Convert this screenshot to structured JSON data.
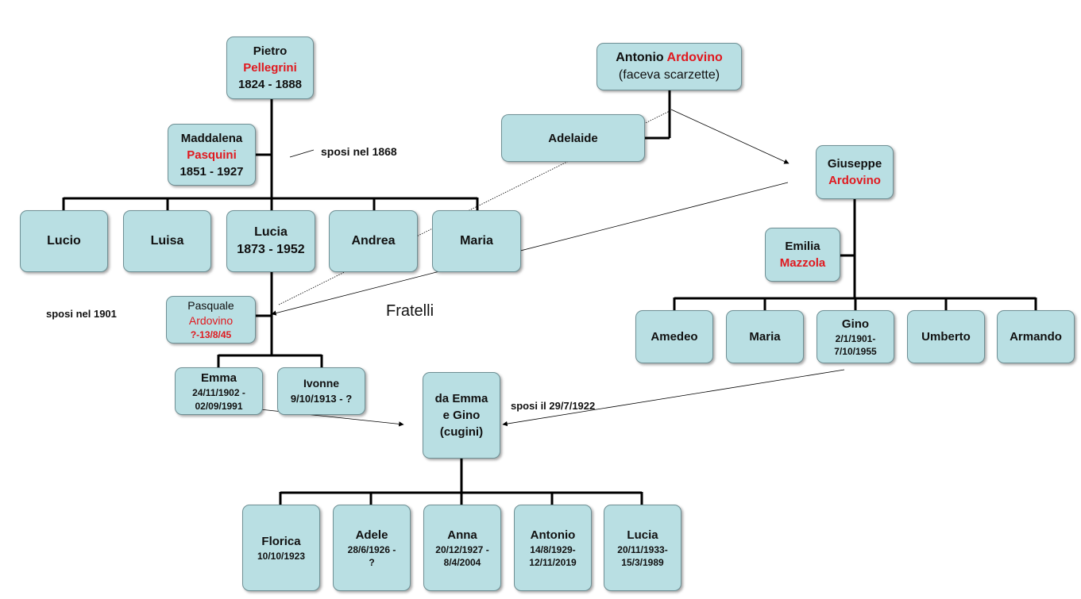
{
  "boxes": {
    "pietro": {
      "first": "Pietro",
      "surname": "Pellegrini",
      "dates": "1824 - 1888"
    },
    "maddalena": {
      "first": "Maddalena",
      "surname": "Pasquini",
      "dates": "1851 - 1927"
    },
    "lucio": {
      "name": "Lucio"
    },
    "luisa": {
      "name": "Luisa"
    },
    "lucia1": {
      "name": "Lucia",
      "dates": "1873 - 1952"
    },
    "andrea": {
      "name": "Andrea"
    },
    "maria1": {
      "name": "Maria"
    },
    "pasquale": {
      "first": "Pasquale",
      "surname": "Ardovino",
      "dates": "?-13/8/45"
    },
    "emma": {
      "name": "Emma",
      "dates_line1": "24/11/1902 -",
      "dates_line2": "02/09/1991"
    },
    "ivonne": {
      "name": "Ivonne",
      "dates": "9/10/1913 - ?"
    },
    "antonio_ard": {
      "first": "Antonio",
      "surname": "Ardovino",
      "note": "(faceva scarzette)"
    },
    "adelaide": {
      "name": "Adelaide"
    },
    "giuseppe": {
      "first": "Giuseppe",
      "surname": "Ardovino"
    },
    "emilia": {
      "first": "Emilia",
      "surname": "Mazzola"
    },
    "amedeo": {
      "name": "Amedeo"
    },
    "maria2": {
      "name": "Maria"
    },
    "gino": {
      "name": "Gino",
      "dates_line1": "2/1/1901-",
      "dates_line2": "7/10/1955"
    },
    "umberto": {
      "name": "Umberto"
    },
    "armando": {
      "name": "Armando"
    },
    "couple": {
      "line1": "da Emma",
      "line2": "e Gino",
      "line3": "(cugini)"
    },
    "florica": {
      "name": "Florica",
      "dates": "10/10/1923"
    },
    "adele": {
      "name": "Adele",
      "dates_line1": "28/6/1926 -",
      "dates_line2": "?"
    },
    "anna": {
      "name": "Anna",
      "dates_line1": "20/12/1927 -",
      "dates_line2": "8/4/2004"
    },
    "antonio2": {
      "name": "Antonio",
      "dates_line1": "14/8/1929-",
      "dates_line2": "12/11/2019"
    },
    "lucia2": {
      "name": "Lucia",
      "dates_line1": "20/11/1933-",
      "dates_line2": "15/3/1989"
    }
  },
  "labels": {
    "sposi_1868": "sposi nel 1868",
    "sposi_1901": "sposi nel 1901",
    "fratelli": "Fratelli",
    "sposi_1922": "sposi il 29/7/1922"
  },
  "colors": {
    "box_fill": "#b9dfe3",
    "surname_red": "#e0191f"
  }
}
